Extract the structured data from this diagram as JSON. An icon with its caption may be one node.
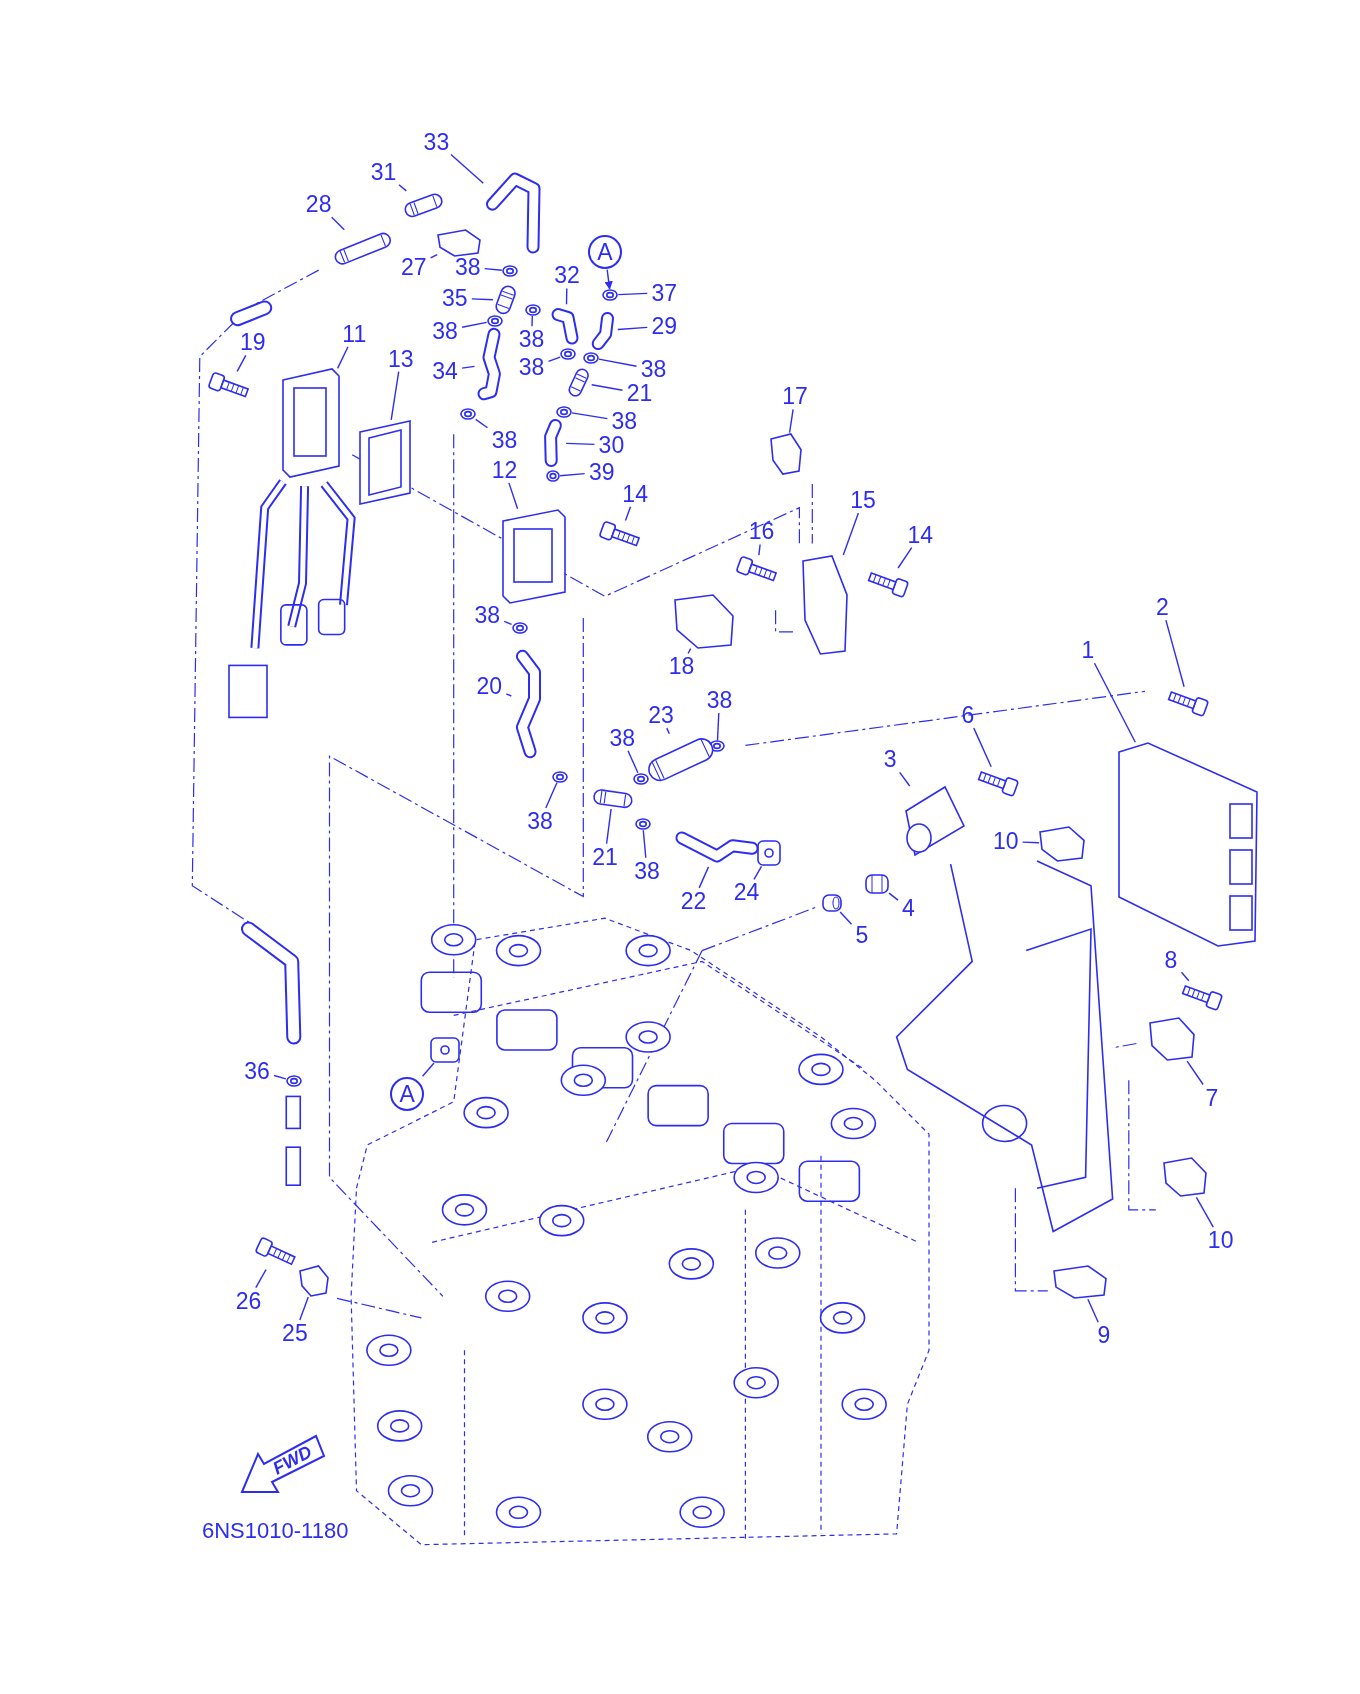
{
  "diagram": {
    "caption": "6NS1010-1180",
    "nodes": [
      {
        "text": [
          "33"
        ]
      },
      {
        "text": [
          "31"
        ]
      },
      {
        "text": [
          "28"
        ]
      },
      {
        "text": [
          "A"
        ]
      },
      {
        "text": [
          "27"
        ]
      },
      {
        "text": [
          "38"
        ]
      },
      {
        "text": [
          "32"
        ]
      },
      {
        "text": [
          "37"
        ]
      },
      {
        "text": [
          "35"
        ]
      },
      {
        "text": [
          "29"
        ]
      },
      {
        "text": [
          "38"
        ]
      },
      {
        "text": [
          "38"
        ]
      },
      {
        "text": [
          "11"
        ]
      },
      {
        "text": [
          "19"
        ]
      },
      {
        "text": [
          "13"
        ]
      },
      {
        "text": [
          "34"
        ]
      },
      {
        "text": [
          "38"
        ]
      },
      {
        "text": [
          "38"
        ]
      },
      {
        "text": [
          "21"
        ]
      },
      {
        "text": [
          "17"
        ]
      },
      {
        "text": [
          "38"
        ]
      },
      {
        "text": [
          "38"
        ]
      },
      {
        "text": [
          "30"
        ]
      },
      {
        "text": [
          "12"
        ]
      },
      {
        "text": [
          "39"
        ]
      },
      {
        "text": [
          "14"
        ]
      },
      {
        "text": [
          "15"
        ]
      },
      {
        "text": [
          "16"
        ]
      },
      {
        "text": [
          "14"
        ]
      },
      {
        "text": [
          "2"
        ]
      },
      {
        "text": [
          "38"
        ]
      },
      {
        "text": [
          "1"
        ]
      },
      {
        "text": [
          "18"
        ]
      },
      {
        "text": [
          "20"
        ]
      },
      {
        "text": [
          "38"
        ]
      },
      {
        "text": [
          "23"
        ]
      },
      {
        "text": [
          "6"
        ]
      },
      {
        "text": [
          "38"
        ]
      },
      {
        "text": [
          "3"
        ]
      },
      {
        "text": [
          "38"
        ]
      },
      {
        "text": [
          "10"
        ]
      },
      {
        "text": [
          "21"
        ]
      },
      {
        "text": [
          "38"
        ]
      },
      {
        "text": [
          "24"
        ]
      },
      {
        "text": [
          "22"
        ]
      },
      {
        "text": [
          "4"
        ]
      },
      {
        "text": [
          "5"
        ]
      },
      {
        "text": [
          "8"
        ]
      },
      {
        "text": [
          "36"
        ]
      },
      {
        "text": [
          "A"
        ]
      },
      {
        "text": [
          "7"
        ]
      },
      {
        "text": [
          "10"
        ]
      },
      {
        "text": [
          "26"
        ]
      },
      {
        "text": [
          "9"
        ]
      },
      {
        "text": [
          "25"
        ]
      },
      {
        "text": [],
        "shape": "picture"
      },
      {
        "text": [],
        "shape": "picture"
      },
      {
        "text": [],
        "shape": "picture"
      },
      {
        "text": [],
        "shape": "picture"
      },
      {
        "text": [],
        "shape": "picture"
      },
      {
        "text": [],
        "shape": "picture"
      },
      {
        "text": [],
        "shape": "picture"
      },
      {
        "text": [],
        "shape": "picture"
      },
      {
        "text": [],
        "shape": "picture"
      },
      {
        "text": [],
        "shape": "picture"
      },
      {
        "text": [],
        "shape": "picture"
      },
      {
        "text": [],
        "shape": "picture"
      },
      {
        "text": [],
        "shape": "picture"
      },
      {
        "text": [],
        "shape": "picture"
      },
      {
        "text": [],
        "shape": "picture"
      },
      {
        "text": [],
        "shape": "picture"
      },
      {
        "text": [],
        "shape": "picture"
      },
      {
        "text": [],
        "shape": "picture"
      },
      {
        "text": [],
        "shape": "picture"
      },
      {
        "text": [],
        "shape": "picture"
      },
      {
        "text": [],
        "shape": "picture"
      },
      {
        "text": [],
        "shape": "picture"
      },
      {
        "text": [],
        "shape": "picture"
      },
      {
        "text": [],
        "shape": "picture"
      },
      {
        "text": [],
        "shape": "picture"
      },
      {
        "text": [],
        "shape": "picture"
      },
      {
        "text": [],
        "shape": "picture"
      },
      {
        "text": [],
        "shape": "picture"
      },
      {
        "text": [],
        "shape": "picture"
      },
      {
        "text": [],
        "shape": "picture"
      },
      {
        "text": [],
        "shape": "picture"
      },
      {
        "text": [],
        "shape": "picture"
      },
      {
        "text": [],
        "shape": "picture"
      },
      {
        "text": [],
        "shape": "picture"
      },
      {
        "text": [],
        "shape": "picture"
      },
      {
        "text": [],
        "shape": "picture"
      },
      {
        "text": [],
        "shape": "picture"
      },
      {
        "text": [],
        "shape": "picture"
      },
      {
        "text": [],
        "shape": "picture"
      },
      {
        "text": [],
        "shape": "picture"
      },
      {
        "text": [],
        "shape": "picture"
      },
      {
        "text": [],
        "shape": "picture"
      },
      {
        "text": [],
        "shape": "picture"
      },
      {
        "text": [],
        "shape": "picture"
      },
      {
        "text": [],
        "shape": "picture"
      },
      {
        "text": [],
        "shape": "picture"
      },
      {
        "text": [],
        "shape": "picture"
      },
      {
        "text": [],
        "shape": "picture"
      },
      {
        "text": [],
        "shape": "picture"
      },
      {
        "text": [],
        "shape": "picture"
      },
      {
        "text": [],
        "shape": "picture"
      },
      {
        "text": [],
        "shape": "picture"
      },
      {
        "text": [],
        "shape": "picture"
      },
      {
        "text": [],
        "shape": "picture"
      }
    ],
    "edges": [
      {
        "from": 0,
        "to": 55,
        "arrow": "none"
      },
      {
        "from": 1,
        "to": 56,
        "arrow": "none"
      },
      {
        "from": 2,
        "to": 57,
        "arrow": "none"
      },
      {
        "from": 3,
        "to": 61,
        "arrow": "to"
      },
      {
        "from": 4,
        "to": 58,
        "arrow": "none"
      },
      {
        "from": 5,
        "to": 59,
        "arrow": "none"
      },
      {
        "from": 6,
        "to": 60,
        "arrow": "none"
      },
      {
        "from": 7,
        "to": 61,
        "arrow": "none"
      },
      {
        "from": 8,
        "to": 62,
        "arrow": "none"
      },
      {
        "from": 9,
        "to": 63,
        "arrow": "none"
      },
      {
        "from": 10,
        "to": 64,
        "arrow": "none"
      },
      {
        "from": 11,
        "to": 65,
        "arrow": "none"
      },
      {
        "from": 12,
        "to": 66,
        "arrow": "none"
      },
      {
        "from": 13,
        "to": 67,
        "arrow": "none"
      },
      {
        "from": 14,
        "to": 68,
        "arrow": "none"
      },
      {
        "from": 15,
        "to": 69,
        "arrow": "none"
      },
      {
        "from": 16,
        "to": 70,
        "arrow": "none"
      },
      {
        "from": 17,
        "to": 71,
        "arrow": "none"
      },
      {
        "from": 18,
        "to": 72,
        "arrow": "none"
      },
      {
        "from": 19,
        "to": 73,
        "arrow": "none"
      },
      {
        "from": 20,
        "to": 74,
        "arrow": "none"
      },
      {
        "from": 21,
        "to": 75,
        "arrow": "none"
      },
      {
        "from": 22,
        "to": 76,
        "arrow": "none"
      },
      {
        "from": 23,
        "to": 77,
        "arrow": "none"
      },
      {
        "from": 24,
        "to": 78,
        "arrow": "none"
      },
      {
        "from": 25,
        "to": 79,
        "arrow": "none"
      },
      {
        "from": 26,
        "to": 80,
        "arrow": "none"
      },
      {
        "from": 27,
        "to": 81,
        "arrow": "none"
      },
      {
        "from": 28,
        "to": 82,
        "arrow": "none"
      },
      {
        "from": 29,
        "to": 83,
        "arrow": "none"
      },
      {
        "from": 30,
        "to": 84,
        "arrow": "none"
      },
      {
        "from": 31,
        "to": 85,
        "arrow": "none"
      },
      {
        "from": 32,
        "to": 86,
        "arrow": "none"
      },
      {
        "from": 33,
        "to": 87,
        "arrow": "none"
      },
      {
        "from": 34,
        "to": 88,
        "arrow": "none"
      },
      {
        "from": 35,
        "to": 89,
        "arrow": "none"
      },
      {
        "from": 36,
        "to": 90,
        "arrow": "none"
      },
      {
        "from": 37,
        "to": 91,
        "arrow": "none"
      },
      {
        "from": 38,
        "to": 92,
        "arrow": "none"
      },
      {
        "from": 39,
        "to": 93,
        "arrow": "none"
      },
      {
        "from": 40,
        "to": 94,
        "arrow": "none"
      },
      {
        "from": 41,
        "to": 95,
        "arrow": "none"
      },
      {
        "from": 42,
        "to": 96,
        "arrow": "none"
      },
      {
        "from": 43,
        "to": 97,
        "arrow": "none"
      },
      {
        "from": 44,
        "to": 98,
        "arrow": "none"
      },
      {
        "from": 45,
        "to": 99,
        "arrow": "none"
      },
      {
        "from": 46,
        "to": 100,
        "arrow": "none"
      },
      {
        "from": 47,
        "to": 101,
        "arrow": "none"
      },
      {
        "from": 48,
        "to": 102,
        "arrow": "none"
      },
      {
        "from": 49,
        "to": 103,
        "arrow": "none"
      },
      {
        "from": 50,
        "to": 104,
        "arrow": "none"
      },
      {
        "from": 51,
        "to": 105,
        "arrow": "none"
      },
      {
        "from": 52,
        "to": 106,
        "arrow": "none"
      },
      {
        "from": 53,
        "to": 107,
        "arrow": "none"
      },
      {
        "from": 54,
        "to": 108,
        "arrow": "none"
      }
    ],
    "labels": [
      "FWD"
    ]
  }
}
